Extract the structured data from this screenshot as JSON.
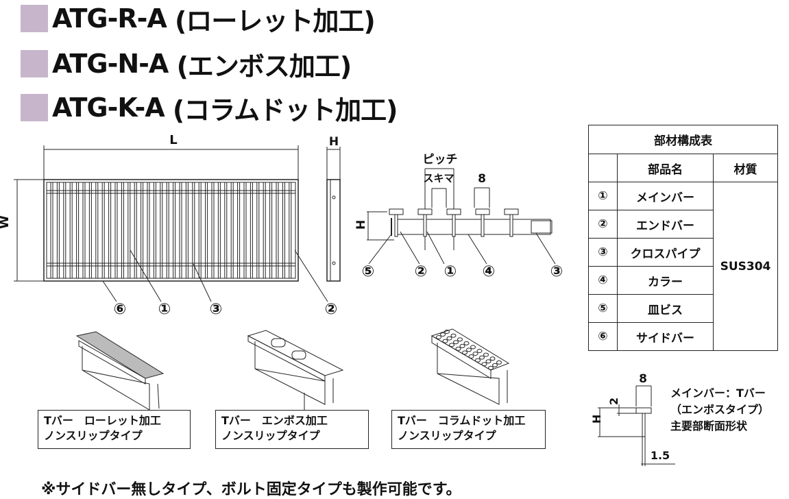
{
  "titles": [
    {
      "model": "ATG-R-A",
      "finish": "(ローレット加工)"
    },
    {
      "model": "ATG-N-A",
      "finish": "(エンボス加工)"
    },
    {
      "model": "ATG-K-A",
      "finish": "(コラムドット加工)"
    }
  ],
  "accent_color": "#c7b6cb",
  "dims": {
    "L": "L",
    "W": "W",
    "H": "H",
    "pitch": "ピッチ",
    "gap": "スキマ",
    "eight": "8",
    "two": "2",
    "one_five": "1.5"
  },
  "callouts": {
    "c1": "①",
    "c2": "②",
    "c3": "③",
    "c4": "④",
    "c5": "⑤",
    "c6": "⑥"
  },
  "parts_table": {
    "caption": "部材構成表",
    "headers": [
      "",
      "部品名",
      "材質"
    ],
    "rows": [
      {
        "no": "①",
        "name": "メインバー"
      },
      {
        "no": "②",
        "name": "エンドバー"
      },
      {
        "no": "③",
        "name": "クロスパイプ"
      },
      {
        "no": "④",
        "name": "カラー"
      },
      {
        "no": "⑤",
        "name": "皿ビス"
      },
      {
        "no": "⑥",
        "name": "サイドバー"
      }
    ],
    "material": "SUS304"
  },
  "tbars": [
    {
      "line1": "Tバー　ローレット加工",
      "line2": "ノンスリップタイプ"
    },
    {
      "line1": "Tバー　エンボス加工",
      "line2": "ノンスリップタイプ"
    },
    {
      "line1": "Tバー　コラムドット加工",
      "line2": "ノンスリップタイプ"
    }
  ],
  "section_note": {
    "line1": "メインバー：Tバー",
    "line2": "（エンボスタイプ）",
    "line3": "主要部断面形状"
  },
  "footer": "※サイドバー無しタイプ、ボルト固定タイプも製作可能です。"
}
